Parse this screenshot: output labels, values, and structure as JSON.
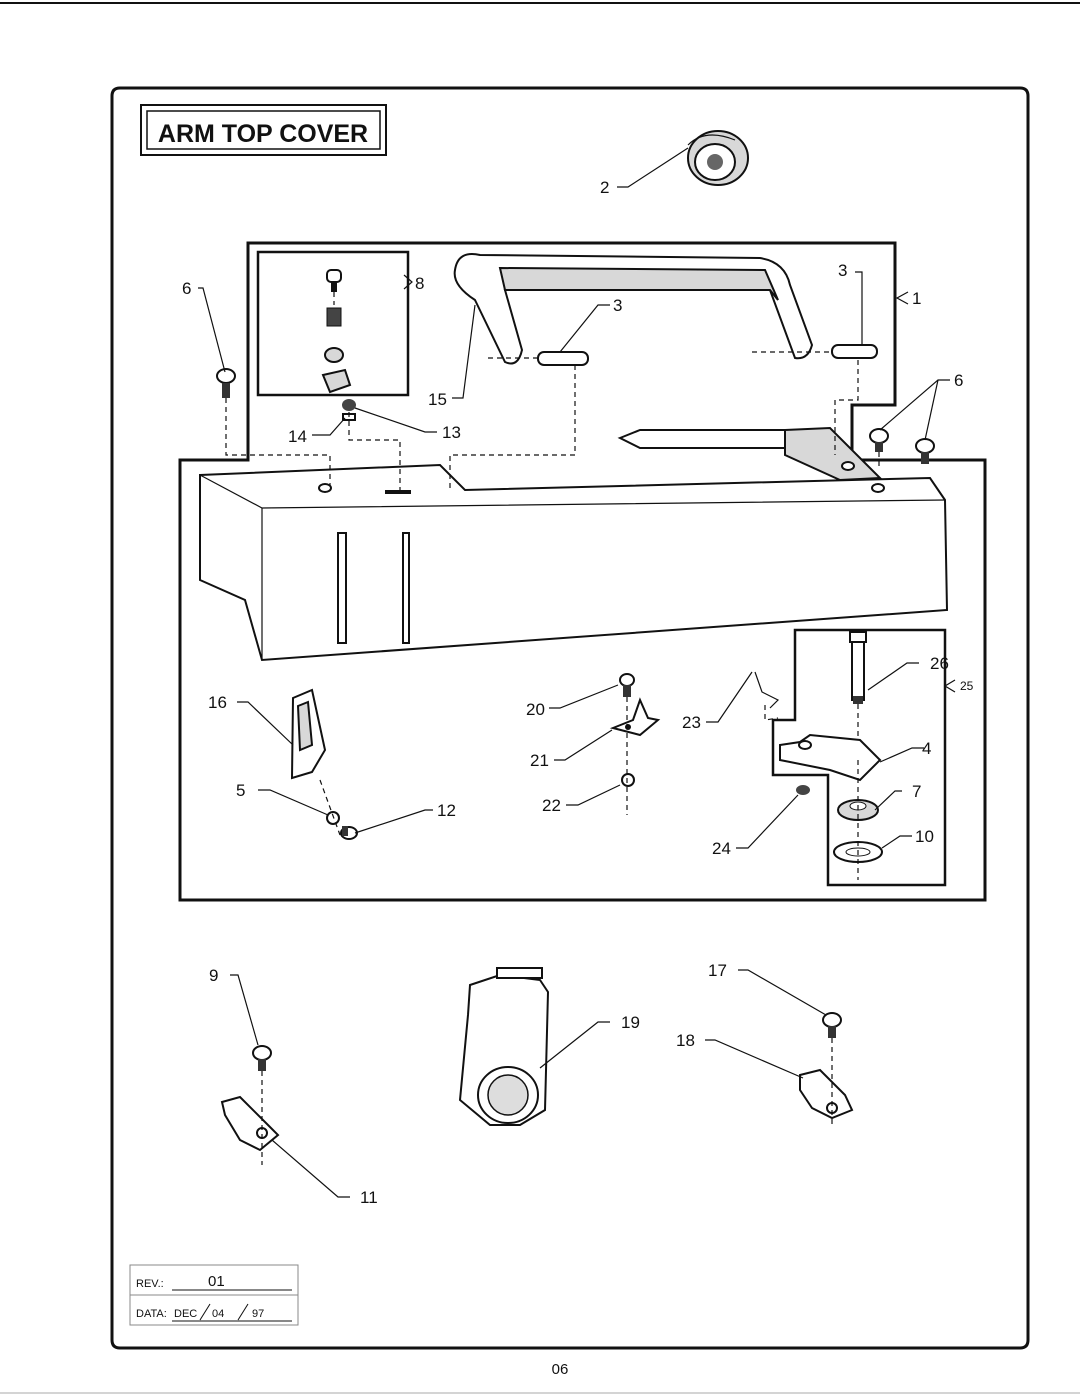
{
  "title": "ARM TOP COVER",
  "labels": {
    "p1": "1",
    "p2": "2",
    "p3a": "3",
    "p3b": "3",
    "p4": "4",
    "p5": "5",
    "p6a": "6",
    "p6b": "6",
    "p7": "7",
    "p8": "8",
    "p9": "9",
    "p10": "10",
    "p11": "11",
    "p12": "12",
    "p13": "13",
    "p14": "14",
    "p15": "15",
    "p16": "16",
    "p17": "17",
    "p18": "18",
    "p19": "19",
    "p20": "20",
    "p21": "21",
    "p22": "22",
    "p23": "23",
    "p24": "24",
    "p25": "25",
    "p26": "26"
  },
  "revision": {
    "rev_label": "REV.:",
    "rev_value": "01",
    "date_label": "DATA:",
    "date_month": "DEC",
    "date_day": "04",
    "date_year": "97"
  },
  "page_number": "06"
}
